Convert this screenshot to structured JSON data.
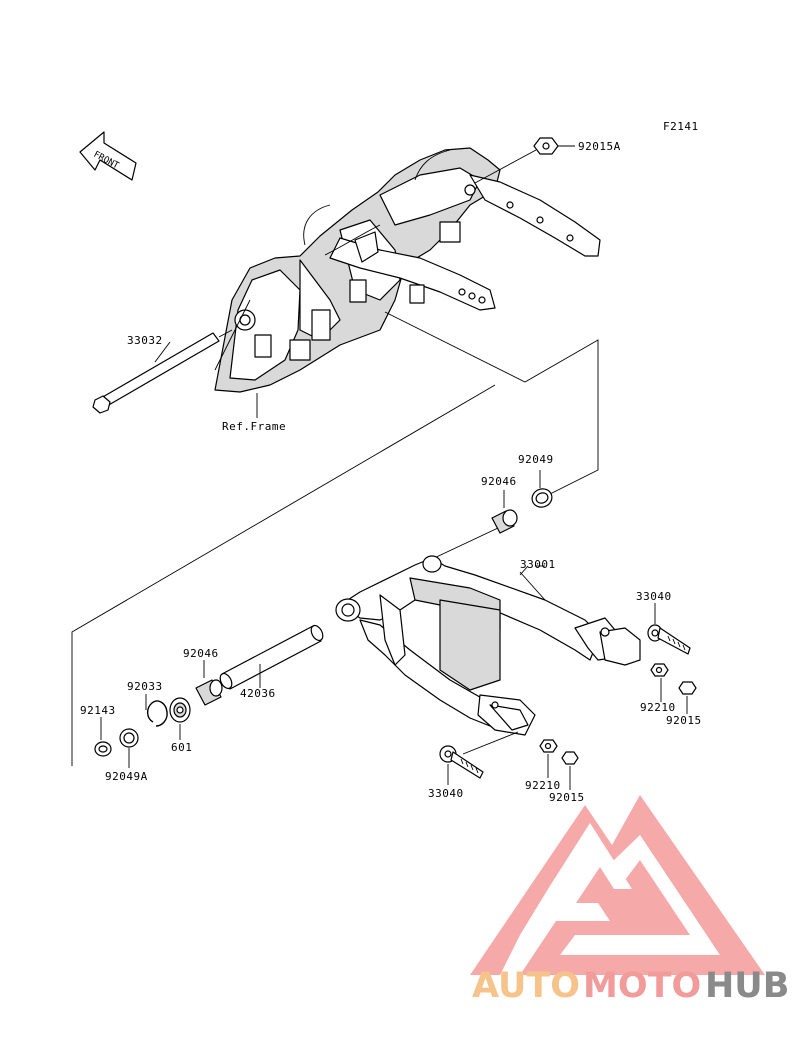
{
  "figure_code": "F2141",
  "front_arrow": "FRONT",
  "ref_frame": "Ref.Frame",
  "parts": {
    "p92015A": "92015A",
    "p33032": "33032",
    "p92049_top": "92049",
    "p92046_top": "92046",
    "p33001": "33001",
    "p33040_right": "33040",
    "p92210_right": "92210",
    "p92015_right": "92015",
    "p92046_left": "92046",
    "p42036": "42036",
    "p92033": "92033",
    "p601": "601",
    "p92143": "92143",
    "p92049A": "92049A",
    "p33040_bottom": "33040",
    "p92210_bottom": "92210",
    "p92015_bottom": "92015"
  },
  "watermark": {
    "part1": "AUTO",
    "part2": "MOTO",
    "part3": "HUB",
    "color_auto": "#f6c38a",
    "color_moto": "#f29b9b",
    "color_hub": "#8a8a8a",
    "logo_color": "#f28b8b"
  }
}
